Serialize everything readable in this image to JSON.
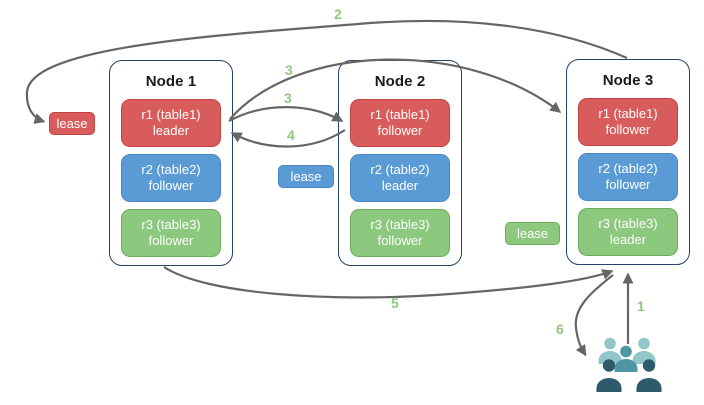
{
  "nodes": [
    {
      "title": "Node 1",
      "ranges": [
        {
          "label": "r1 (table1)",
          "role": "leader",
          "color": "red"
        },
        {
          "label": "r2 (table2)",
          "role": "follower",
          "color": "blue"
        },
        {
          "label": "r3 (table3)",
          "role": "follower",
          "color": "green"
        }
      ]
    },
    {
      "title": "Node 2",
      "ranges": [
        {
          "label": "r1 (table1)",
          "role": "follower",
          "color": "red"
        },
        {
          "label": "r2 (table2)",
          "role": "leader",
          "color": "blue"
        },
        {
          "label": "r3 (table3)",
          "role": "follower",
          "color": "green"
        }
      ]
    },
    {
      "title": "Node 3",
      "ranges": [
        {
          "label": "r1 (table1)",
          "role": "follower",
          "color": "red"
        },
        {
          "label": "r2 (table2)",
          "role": "follower",
          "color": "blue"
        },
        {
          "label": "r3 (table3)",
          "role": "leader",
          "color": "green"
        }
      ]
    }
  ],
  "leases": [
    {
      "label": "lease",
      "color": "red"
    },
    {
      "label": "lease",
      "color": "blue"
    },
    {
      "label": "lease",
      "color": "green"
    }
  ],
  "steps": [
    {
      "value": "1"
    },
    {
      "value": "2"
    },
    {
      "value": "3"
    },
    {
      "value": "3"
    },
    {
      "value": "4"
    },
    {
      "value": "5"
    },
    {
      "value": "6"
    }
  ],
  "icons": {
    "users": "users-group-icon"
  },
  "colors": {
    "red-fill": "#D95C5C",
    "red-border": "#C24440",
    "blue-fill": "#5B9BD5",
    "blue-border": "#4A86C0",
    "green-fill": "#8DC87F",
    "green-border": "#6FAD5C",
    "node-border": "#24436B",
    "title-color": "#1B1B1B",
    "arrow-color": "#666666",
    "step-color": "#8FC97E",
    "users-light": "#92C6C8",
    "users-mid": "#4D96A3",
    "users-dark": "#2F5A6B"
  }
}
